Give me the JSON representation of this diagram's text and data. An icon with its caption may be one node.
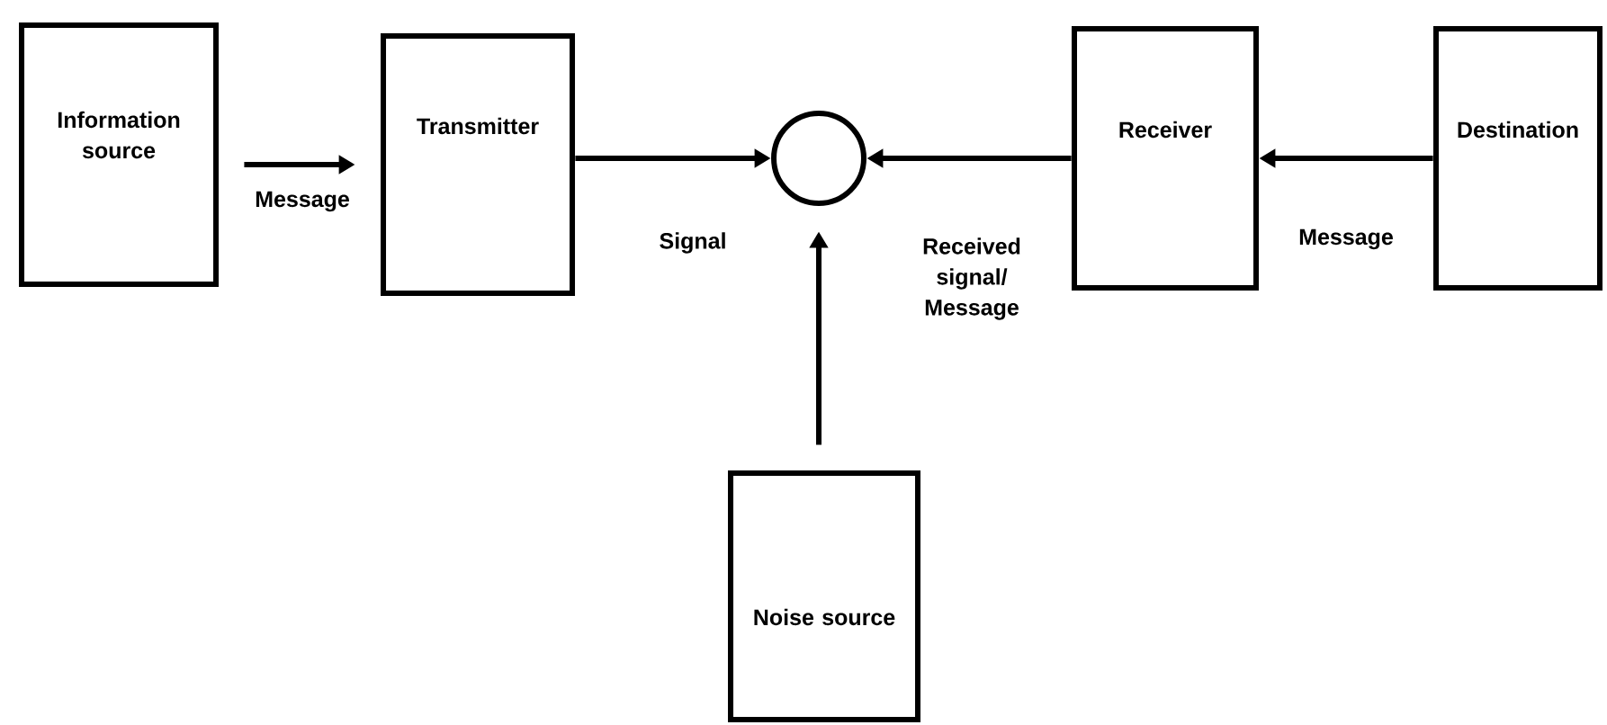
{
  "diagram": {
    "nodes": [
      {
        "text": [
          "Information source"
        ]
      },
      {
        "text": [
          "Transmitter"
        ]
      },
      {
        "text": [],
        "shape": "circle"
      },
      {
        "text": [
          "Receiver"
        ]
      },
      {
        "text": [
          "Destination"
        ]
      },
      {
        "text": [
          "Noise source"
        ]
      }
    ],
    "edges": [
      {
        "from": 0,
        "to": 1,
        "arrow": "to",
        "label": "Message"
      },
      {
        "from": 1,
        "to": 2,
        "arrow": "to",
        "label": "Signal"
      },
      {
        "from": 3,
        "to": 2,
        "arrow": "to",
        "label": "Received signal/ Message"
      },
      {
        "from": 4,
        "to": 3,
        "arrow": "to",
        "label": "Message"
      },
      {
        "from": 5,
        "to": 2,
        "arrow": "to"
      }
    ]
  }
}
